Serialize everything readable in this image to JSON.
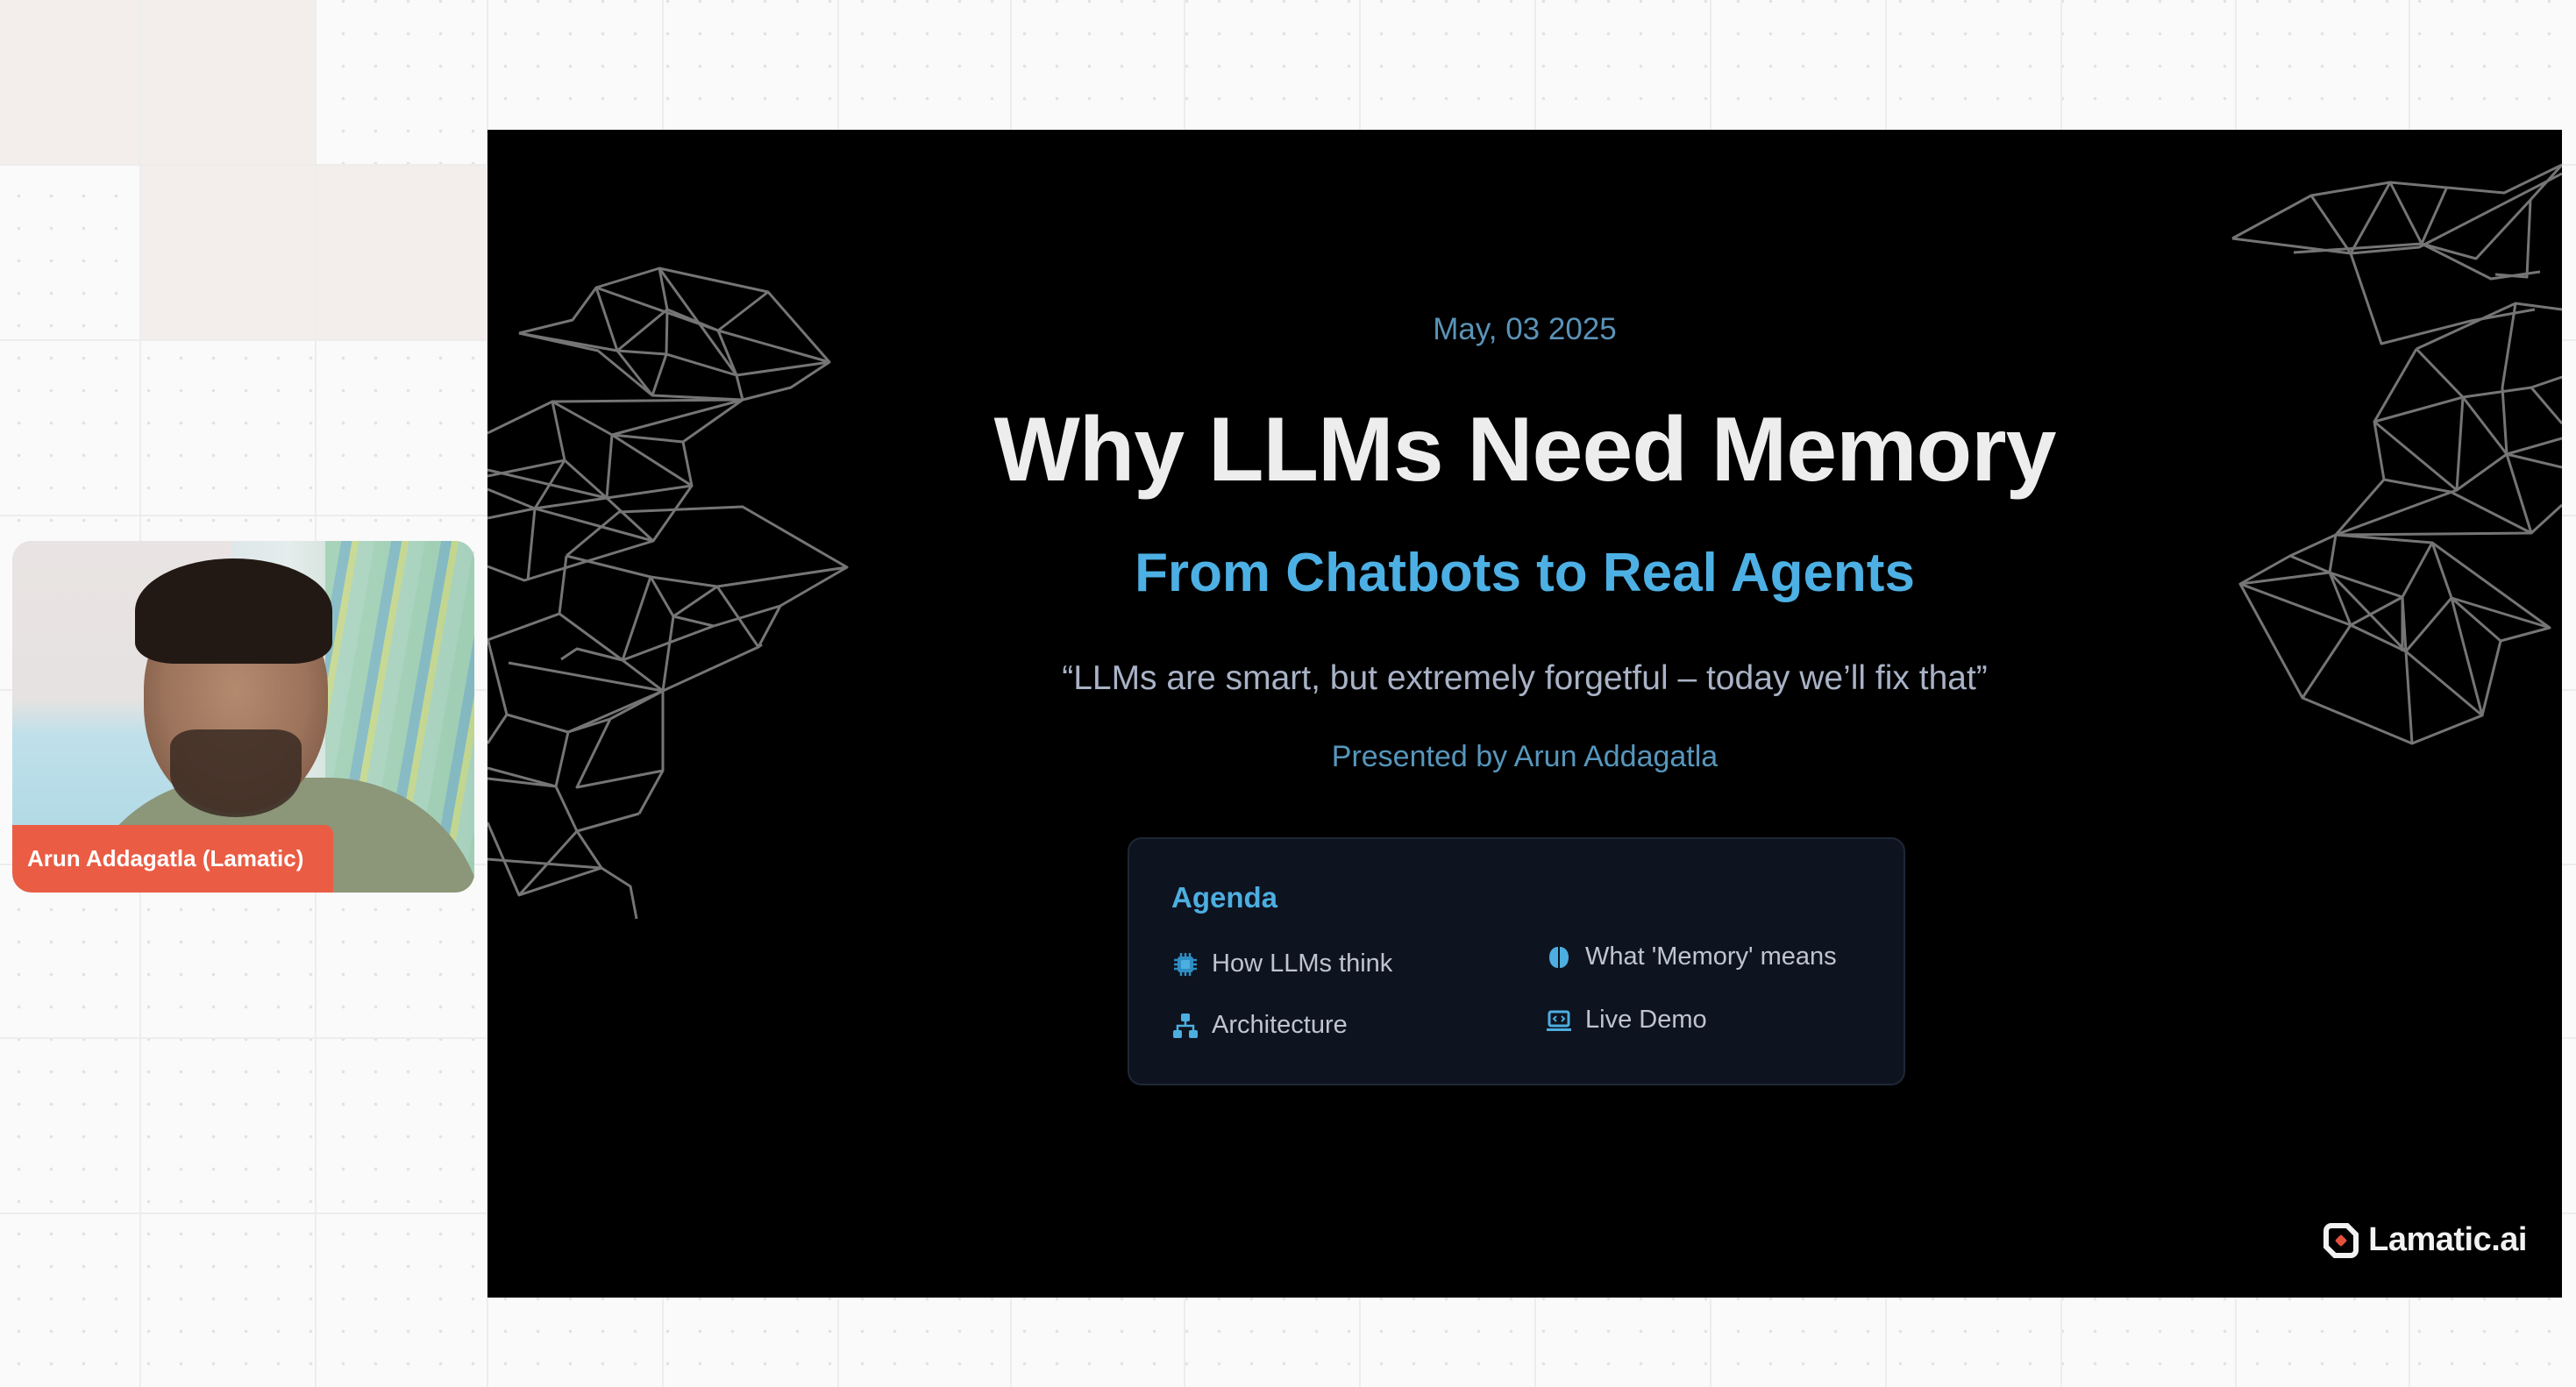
{
  "participant": {
    "name_label": "Arun Addagatla (Lamatic)",
    "label_color": "#EA5C44"
  },
  "slide": {
    "date": "May, 03 2025",
    "title": "Why LLMs Need Memory",
    "subtitle": "From Chatbots to Real Agents",
    "quote": "“LLMs are smart, but extremely forgetful – today we’ll fix that”",
    "presenter": "Presented by Arun Addagatla",
    "accent_color": "#4DB0E4",
    "agenda": {
      "heading": "Agenda",
      "items": [
        {
          "label": "How LLMs think",
          "icon": "chip-icon"
        },
        {
          "label": "What 'Memory' means",
          "icon": "brain-icon"
        },
        {
          "label": "Architecture",
          "icon": "sitemap-icon"
        },
        {
          "label": "Live Demo",
          "icon": "laptop-code-icon"
        }
      ]
    },
    "brand": {
      "name": "Lamatic.ai",
      "logo_icon": "lamatic-logo-icon"
    }
  }
}
